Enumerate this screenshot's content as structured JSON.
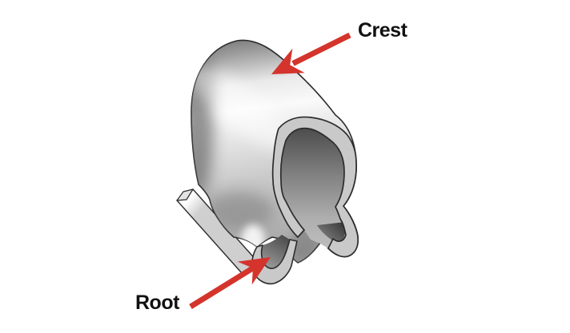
{
  "figure": {
    "description": "3D rendering of a sheet-metal spring-clip thread profile with crest and root annotated",
    "background_color": "#ffffff",
    "annotations": [
      {
        "id": "crest",
        "label": "Crest",
        "target": "top outer surface of the loop"
      },
      {
        "id": "root",
        "label": "Root",
        "target": "bottom trough of the profile"
      }
    ],
    "colors": {
      "arrow_red": "#d4342c",
      "label_text": "#111111",
      "outline": "#2c2c2c",
      "cut_face_gray": "#c9c9c9",
      "metal_highlight": "#f8f8f8",
      "metal_mid": "#c0c0c0",
      "cavity_dark": "#4a4a4a"
    }
  }
}
